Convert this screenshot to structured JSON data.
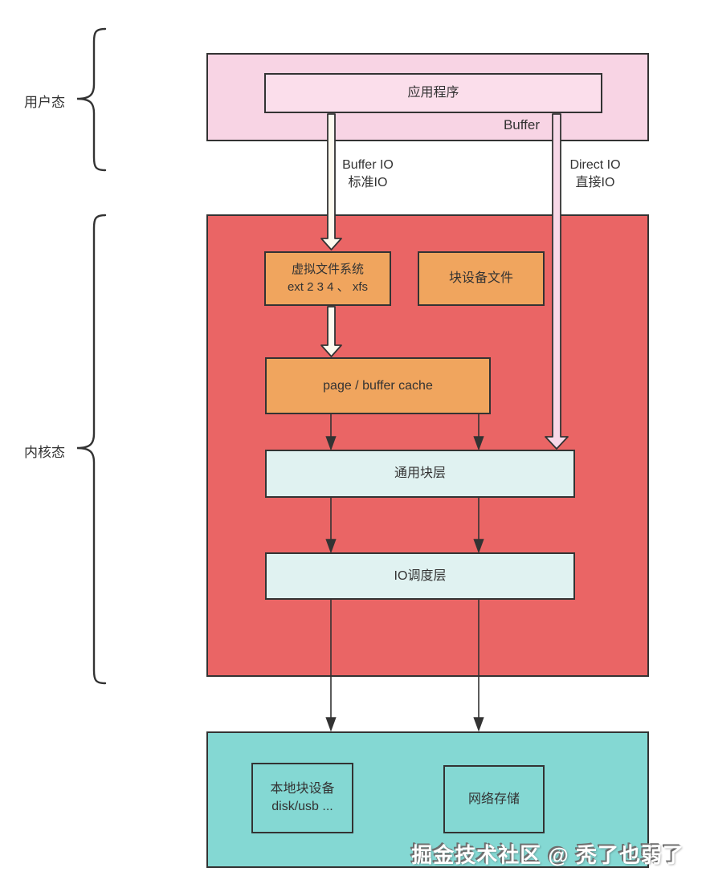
{
  "annotations": {
    "user_mode": "用户态",
    "kernel_mode": "内核态"
  },
  "user_area": {
    "application": "应用程序",
    "buffer_note": "Buffer"
  },
  "flows": {
    "buffer_io": {
      "line1": "Buffer IO",
      "line2": "标准IO"
    },
    "direct_io": {
      "line1": "Direct IO",
      "line2": "直接IO"
    }
  },
  "kernel_area": {
    "vfs": {
      "line1": "虚拟文件系统",
      "line2": "ext 2 3 4 、 xfs"
    },
    "block_device_file": "块设备文件",
    "page_buffer_cache": "page / buffer cache",
    "generic_block_layer": "通用块层",
    "io_scheduler_layer": "IO调度层"
  },
  "device_area": {
    "local_block_device": {
      "line1": "本地块设备",
      "line2": "disk/usb ..."
    },
    "network_storage": "网络存储"
  },
  "watermark": "掘金技术社区 @ 秃了也弱了",
  "colors": {
    "user_area_bg": "#f8d4e4",
    "application_bg": "#fbdeeb",
    "kernel_area_bg": "#ea6565",
    "cache_box_bg": "#f0a55e",
    "layer_box_bg": "#e0f2f1",
    "device_area_bg": "#84d8d3",
    "buffer_arrow_fill": "#fdfaef",
    "direct_arrow_fill": "#f8d8e8",
    "border": "#333333"
  }
}
